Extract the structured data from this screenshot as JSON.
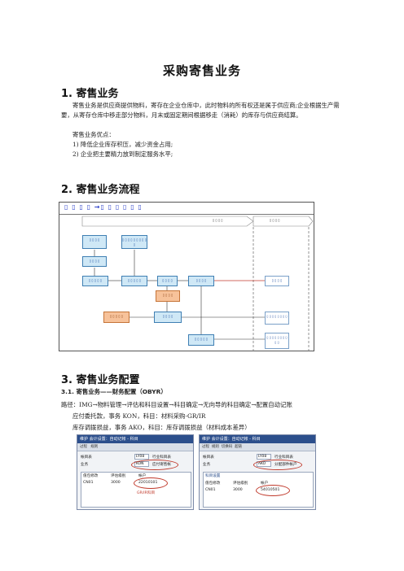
{
  "doc": {
    "title": "采购寄售业务",
    "s1": {
      "heading": "1. 寄售业务",
      "p1": "寄售业务是供应商提供物料，寄存在企业仓库中，此时物料的所有权还是属于供应商;企业根据生产需要，从寄存仓库中移走部分物料，月末或固定期间根据移走（消耗）的库存与供应商结算。",
      "p2": "寄售业务优点：",
      "li1": "1)    降低企业库存积压，减少资金占用;",
      "li2": "2)    企业把主要精力放到制定服务水平;"
    },
    "s2": {
      "heading": "2. 寄售业务流程"
    },
    "flow": {
      "head": "▯ ▯ ▯ ▯ →▯ ▯ ▯ ▯ ▯ ▯",
      "lane1": "▯ ▯ ▯ ▯",
      "lane2": "▯ ▯ ▯ ▯",
      "boxes": [
        "▯ ▯ ▯ ▯",
        "▯ ▯ ▯ ▯ ▯ ▯ ▯ ▯ ▯ ▯",
        "▯ ▯ ▯ ▯",
        "▯ ▯ ▯ ▯ ▯",
        "▯ ▯ ▯ ▯ ▯",
        "▯ ▯ ▯ ▯",
        "▯ ▯ ▯ ▯",
        "▯ ▯ ▯ ▯",
        "▯ ▯ ▯ ▯",
        "▯ ▯ ▯ ▯ ▯",
        "▯ ▯ ▯ ▯",
        "▯ ▯ ▯ ▯ ▯"
      ],
      "side_label_1": "▯ ▯ ▯ ▯ ▯ ▯ ▯ ▯",
      "side_label_1b": "▯ ▯ ▯ ▯ ▯ ▯ ▯ ▯ ▯ ▯ ▯",
      "side_label_2": "▯ ▯ ▯ ▯ ▯ ▯ ▯ ▯ ▯ ▯",
      "side_label_2b": "▯ ▯ ▯ ▯ ▯ ▯"
    },
    "s3": {
      "heading": "3. 寄售业务配置",
      "sub": "3.1.   寄售业务——财务配置（OBYR）",
      "path": "路径：IMG→物料管理→评估和科目设置→科目确定→无向导的科目确定→配置自动记账",
      "l1": "应付委托款，事务 KON，科目：材料采购-GR/IR",
      "l2": "库存调拨损益，事务 AKO，科目：库存调拨损益（材料成本差异）"
    },
    "ss1": {
      "title": "维护 会计设置：自动记帐 - 科目",
      "tools": [
        "过程",
        "规则"
      ],
      "row1_label": "帐目表",
      "row1_val": "LY08",
      "row1_desc": "行业科目表",
      "row2_label": "业务",
      "row2_val": "KON",
      "row2_desc": "应付寄售帐",
      "tbl_head": [
        "值包修改",
        "评估级别",
        "帐户"
      ],
      "tbl_row": [
        "CN01",
        "3000",
        "22010101"
      ],
      "note": "GR/IR科目"
    },
    "ss2": {
      "title": "维护 会计设置：自动记帐 - 科目",
      "tools": [
        "过程",
        "规则",
        "切换码",
        "超链"
      ],
      "row1_label": "帐目表",
      "row1_val": "LY08",
      "row1_desc": "行业科目表",
      "row2_label": "业务",
      "row2_val": "AKO",
      "row2_desc": "分配部件帐户",
      "tbl_title": "科目设置",
      "tbl_head": [
        "值包修改",
        "评估级别",
        "帐户"
      ],
      "tbl_row": [
        "CN01",
        "3000",
        "54010501"
      ]
    }
  }
}
